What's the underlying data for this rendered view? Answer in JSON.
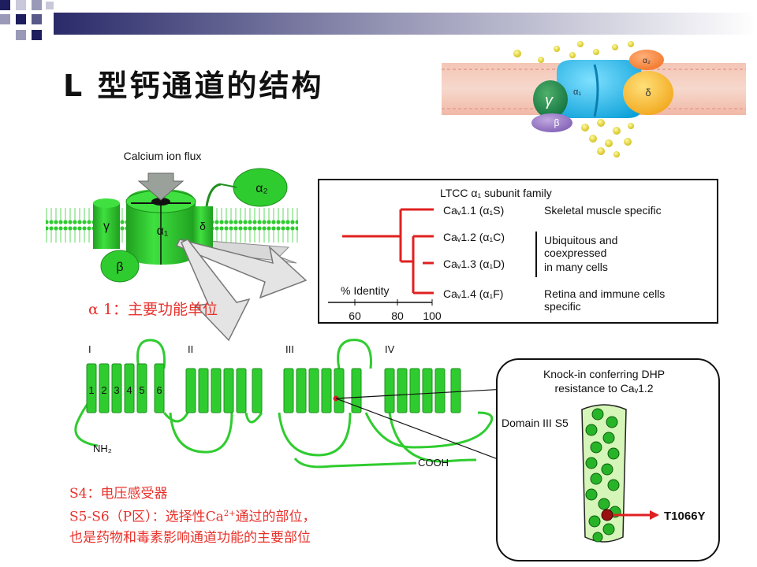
{
  "slide": {
    "title": "L 型钙通道的结构",
    "alpha_note": "α 1：主要功能单位",
    "notes": {
      "s4": "S4：电压感受器",
      "s5s6_pre": "S5-S6（P区）：选择性Ca",
      "s5s6_sup": "2+",
      "s5s6_post": "通过的部位，",
      "target": "也是药物和毒素影响通道功能的主要部位"
    }
  },
  "top_icon": {
    "labels": {
      "alpha2": "α₂",
      "delta": "δ",
      "gamma": "γ",
      "alpha1": "α₁",
      "beta": "β"
    }
  },
  "channel": {
    "flux_label": "Calcium ion flux",
    "labels": {
      "gamma": "γ",
      "alpha1": "α₁",
      "delta": "δ",
      "beta": "β",
      "alpha2": "α₂"
    }
  },
  "ltcc": {
    "title": "LTCC α₁ subunit family",
    "members": [
      {
        "name": "Caᵥ1.1 (α₁S)",
        "desc": "Skeletal muscle specific"
      },
      {
        "name": "Caᵥ1.2 (α₁C)",
        "desc": ""
      },
      {
        "name": "Caᵥ1.3 (α₁D)",
        "desc": ""
      },
      {
        "name": "Caᵥ1.4 (α₁F)",
        "desc": "Retina and immune cells specific"
      }
    ],
    "group_desc": [
      "Ubiquitous and",
      "coexpressed",
      "in many cells"
    ],
    "retina_lines": [
      "Retina and immune cells",
      "specific"
    ],
    "axis_label": "% Identity",
    "ticks": [
      "60",
      "80",
      "100"
    ]
  },
  "topology": {
    "domains": [
      "I",
      "II",
      "III",
      "IV"
    ],
    "segments": [
      "1",
      "2",
      "3",
      "4",
      "5",
      "6"
    ],
    "n_term": "NH₂",
    "c_term": "COOH"
  },
  "zoom": {
    "caption_lines": [
      "Knock-in conferring DHP",
      "resistance to Caᵥ1.2"
    ],
    "domain_label": "Domain III S5",
    "mutation": "T1066Y"
  },
  "colors": {
    "green": "#2fcc2f",
    "dark_green": "#1f8f1f",
    "red": "#e8312b",
    "tree_red": "#e02020"
  }
}
